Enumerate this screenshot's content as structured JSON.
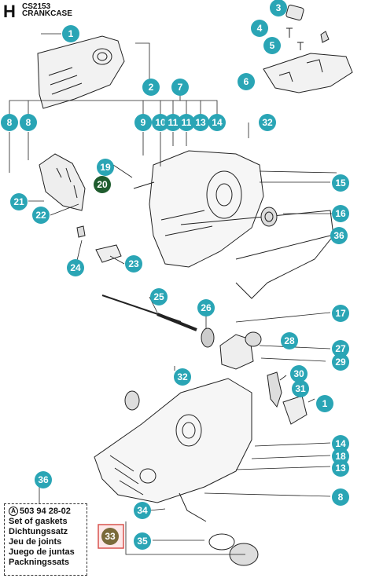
{
  "header": {
    "section_letter": "H",
    "model_code": "CS2153",
    "section_title": "CRANKCASE"
  },
  "colors": {
    "callout_teal": "#2aa5b5",
    "callout_dark_green": "#1f5c2e",
    "callout_highlight_fill": "#7a6a3a",
    "highlight_box": "#d9534f",
    "line": "#222222"
  },
  "callouts": [
    {
      "id": "c1a",
      "label": "1"
    },
    {
      "id": "c2",
      "label": "2"
    },
    {
      "id": "c3",
      "label": "3"
    },
    {
      "id": "c4",
      "label": "4"
    },
    {
      "id": "c5",
      "label": "5"
    },
    {
      "id": "c6",
      "label": "6"
    },
    {
      "id": "c7",
      "label": "7"
    },
    {
      "id": "c8a",
      "label": "8"
    },
    {
      "id": "c8b",
      "label": "8"
    },
    {
      "id": "c9",
      "label": "9"
    },
    {
      "id": "c10",
      "label": "10"
    },
    {
      "id": "c11a",
      "label": "11"
    },
    {
      "id": "c11b",
      "label": "11"
    },
    {
      "id": "c13",
      "label": "13"
    },
    {
      "id": "c14",
      "label": "14"
    },
    {
      "id": "c32a",
      "label": "32"
    },
    {
      "id": "c19",
      "label": "19"
    },
    {
      "id": "c20",
      "label": "20"
    },
    {
      "id": "c15",
      "label": "15"
    },
    {
      "id": "c21",
      "label": "21"
    },
    {
      "id": "c16",
      "label": "16"
    },
    {
      "id": "c22",
      "label": "22"
    },
    {
      "id": "c36a",
      "label": "36"
    },
    {
      "id": "c24",
      "label": "24"
    },
    {
      "id": "c23",
      "label": "23"
    },
    {
      "id": "c25",
      "label": "25"
    },
    {
      "id": "c26",
      "label": "26"
    },
    {
      "id": "c17",
      "label": "17"
    },
    {
      "id": "c28",
      "label": "28"
    },
    {
      "id": "c27",
      "label": "27"
    },
    {
      "id": "c32b",
      "label": "32"
    },
    {
      "id": "c29",
      "label": "29"
    },
    {
      "id": "c30",
      "label": "30"
    },
    {
      "id": "c31",
      "label": "31"
    },
    {
      "id": "c1b",
      "label": "1"
    },
    {
      "id": "c14b",
      "label": "14"
    },
    {
      "id": "c18",
      "label": "18"
    },
    {
      "id": "c13b",
      "label": "13"
    },
    {
      "id": "c36b",
      "label": "36"
    },
    {
      "id": "c8c",
      "label": "8"
    },
    {
      "id": "c34",
      "label": "34"
    },
    {
      "id": "c33",
      "label": "33"
    },
    {
      "id": "c35",
      "label": "35"
    }
  ],
  "kit": {
    "code": "A",
    "part_number": "503 94 28-02",
    "lines": [
      "Set of gaskets",
      "Dichtungssatz",
      "Jeu de joints",
      "Juego de juntas",
      "Packningssats"
    ]
  }
}
